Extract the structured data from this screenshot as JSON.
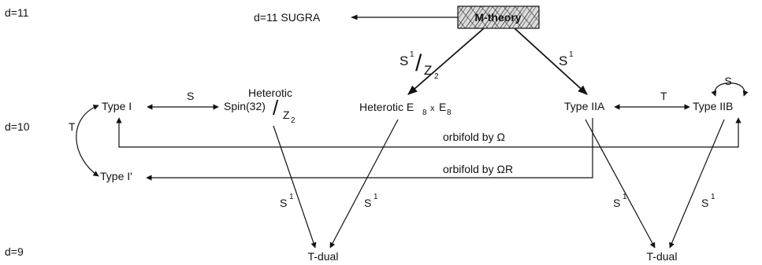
{
  "levels": {
    "d11": "d=11",
    "d10": "d=10",
    "d9": "d=9"
  },
  "nodes": {
    "mtheory": "M-theory",
    "sugra": "d=11 SUGRA",
    "het_e8": {
      "main": "Heterotic E",
      "sub1": "8",
      "times": "x",
      "e2": "E",
      "sub2": "8"
    },
    "het_so": {
      "line1": "Heterotic",
      "line2": "Spin(32)",
      "slash": "/",
      "z": "Z",
      "zsub": "2"
    },
    "type1": "Type I",
    "type1p": "Type I'",
    "type2a": "Type IIA",
    "type2b": "Type IIB",
    "tdual_left": "T-dual",
    "tdual_right": "T-dual"
  },
  "edges": {
    "s_type1_het": "S",
    "t_2a_2b": "T",
    "s_2b_self": "S",
    "t_type1": "T",
    "orbifold_omega": "orbifold by Ω",
    "orbifold_omega_r": "orbifold by ΩR",
    "s1_main": "S",
    "s1_sup": "1",
    "z2_main": "Z",
    "z2_sub": "2",
    "slash": "/"
  }
}
